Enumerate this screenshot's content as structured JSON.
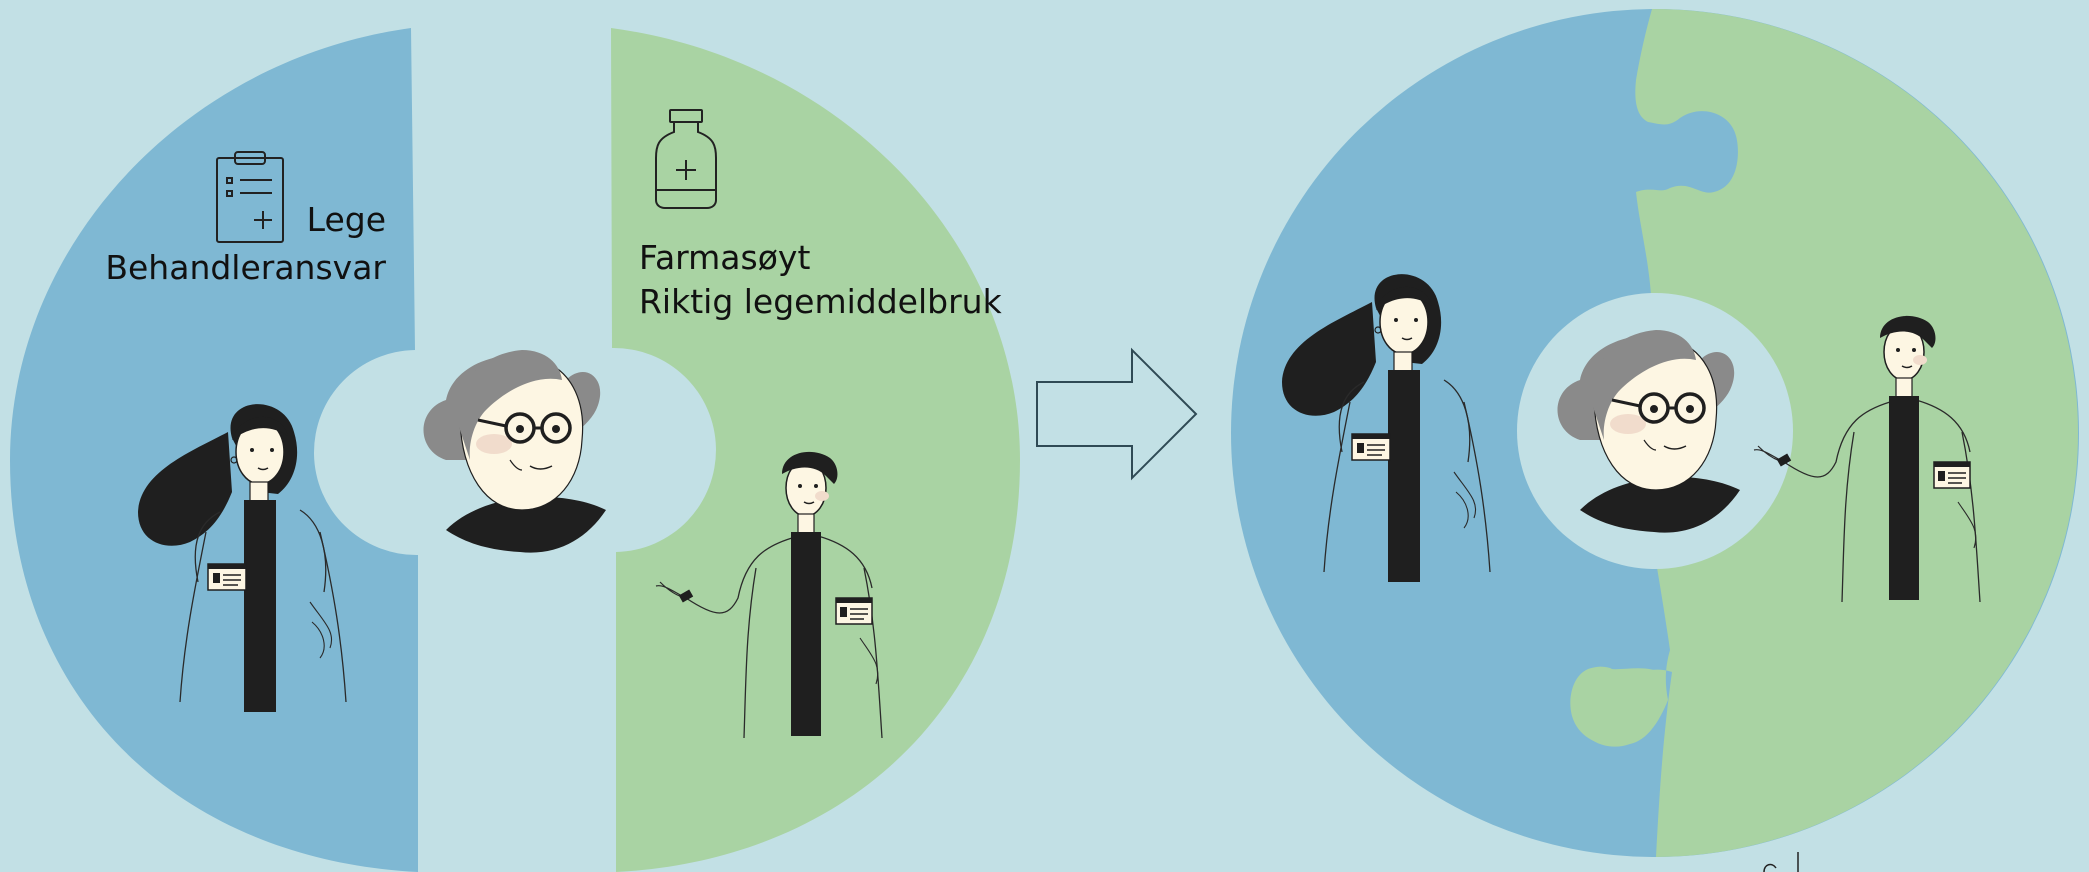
{
  "colors": {
    "background": "#c2e0e5",
    "blue": "#7fb8d3",
    "green": "#a9d3a3",
    "ink": "#222222",
    "skin": "#fdf6e3",
    "patient_hair": "#8a8a8a"
  },
  "left_diagram": {
    "doctor": {
      "icon": "clipboard-icon",
      "role": "Lege",
      "responsibility": "Behandleransvar"
    },
    "pharmacist": {
      "icon": "medicine-bottle-icon",
      "role": "Farmasøyt",
      "responsibility": "Riktig legemiddelbruk"
    }
  },
  "arrow": {
    "icon": "right-arrow-icon"
  },
  "right_diagram": {
    "shape": "puzzle-circle"
  }
}
